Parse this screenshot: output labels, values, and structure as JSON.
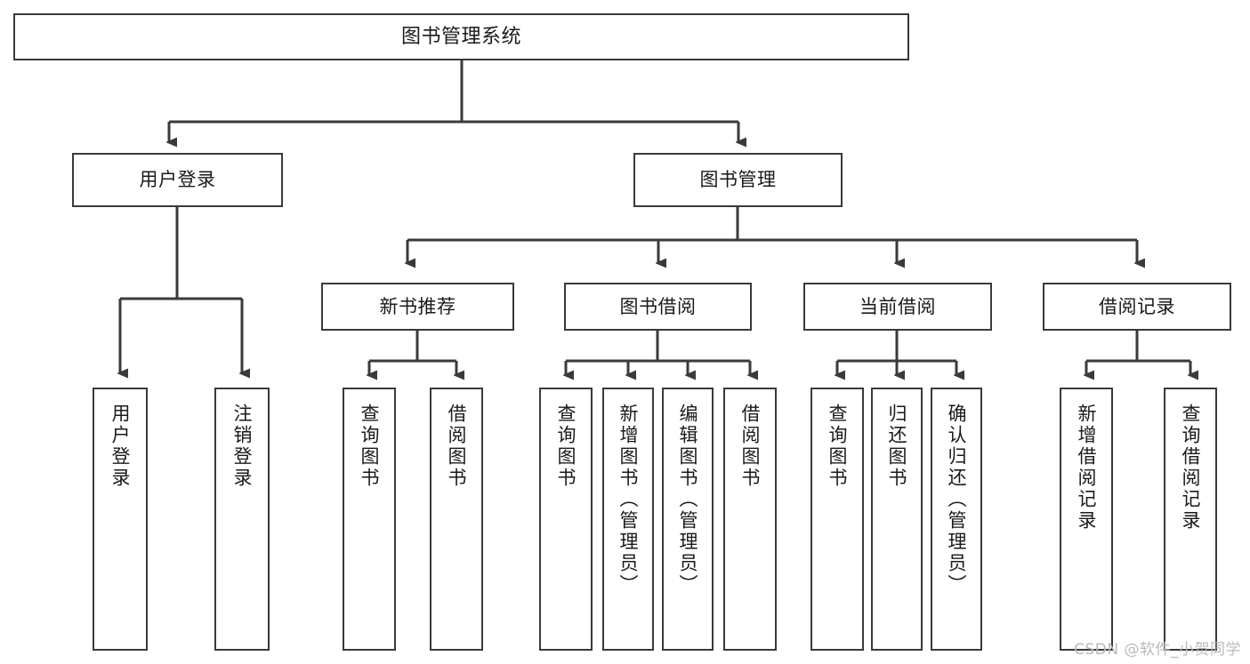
{
  "diagram": {
    "title": "图书管理系统",
    "type": "tree",
    "watermark": "CSDN @软件_小贺同学",
    "colors": {
      "stroke": "#3a3a3a",
      "fill": "#ffffff",
      "text": "#1a1a1a",
      "watermark": "#b9b9b9"
    },
    "root": {
      "label": "图书管理系统"
    },
    "level1": [
      {
        "label": "用户登录"
      },
      {
        "label": "图书管理"
      }
    ],
    "level2": [
      {
        "label": "新书推荐"
      },
      {
        "label": "图书借阅"
      },
      {
        "label": "当前借阅"
      },
      {
        "label": "借阅记录"
      }
    ],
    "leaves": [
      {
        "label": "用户登录",
        "parent": "用户登录"
      },
      {
        "label": "注销登录",
        "parent": "用户登录"
      },
      {
        "label": "查询图书",
        "parent": "新书推荐"
      },
      {
        "label": "借阅图书",
        "parent": "新书推荐"
      },
      {
        "label": "查询图书",
        "parent": "图书借阅"
      },
      {
        "label": "新增图书（管理员）",
        "parent": "图书借阅"
      },
      {
        "label": "编辑图书（管理员）",
        "parent": "图书借阅"
      },
      {
        "label": "借阅图书",
        "parent": "图书借阅"
      },
      {
        "label": "查询图书",
        "parent": "当前借阅"
      },
      {
        "label": "归还图书",
        "parent": "当前借阅"
      },
      {
        "label": "确认归还（管理员）",
        "parent": "当前借阅"
      },
      {
        "label": "新增借阅记录",
        "parent": "借阅记录"
      },
      {
        "label": "查询借阅记录",
        "parent": "借阅记录"
      }
    ]
  }
}
